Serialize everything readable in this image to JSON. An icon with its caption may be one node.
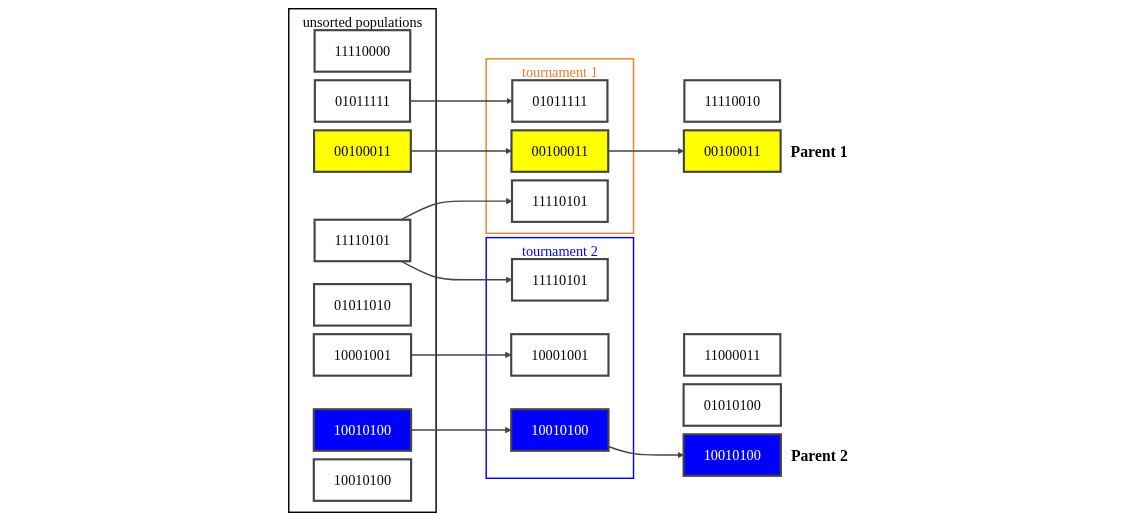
{
  "diagram": {
    "nodes": [
      {
        "text": [
          "unsorted populations"
        ]
      },
      {
        "text": [
          "11110000"
        ],
        "in": 0
      },
      {
        "text": [
          "01011111"
        ],
        "in": 0
      },
      {
        "text": [
          "00100011"
        ],
        "in": 0
      },
      {
        "text": [
          "10001001"
        ],
        "in": 0
      },
      {
        "text": [
          "01011010"
        ],
        "in": 0
      },
      {
        "text": [
          "10010100"
        ],
        "in": 0
      },
      {
        "text": [
          "11110101"
        ],
        "in": 0
      },
      {
        "text": [
          "10010100"
        ],
        "in": 0
      },
      {
        "text": [
          "tournament 1"
        ]
      },
      {
        "text": [
          "01011111"
        ],
        "in": 9
      },
      {
        "text": [
          "00100011"
        ],
        "in": 9
      },
      {
        "text": [
          "11110101"
        ],
        "in": 9
      },
      {
        "text": [
          "tournament 2"
        ]
      },
      {
        "text": [
          "11110101"
        ],
        "in": 13
      },
      {
        "text": [
          "10001001"
        ],
        "in": 13
      },
      {
        "text": [
          "10010100"
        ],
        "in": 13
      },
      {
        "text": [
          "11110010"
        ]
      },
      {
        "text": [
          "00100011"
        ],
        "beside": [
          "Parent 1"
        ]
      },
      {
        "text": [
          "10010100"
        ],
        "beside": [
          "Parent 2"
        ]
      },
      {
        "text": [
          "11000011"
        ]
      },
      {
        "text": [
          "01010100"
        ]
      }
    ],
    "edges": [
      {
        "from": 2,
        "to": 10,
        "arrow": "to"
      },
      {
        "from": 3,
        "to": 11,
        "arrow": "to"
      },
      {
        "from": 4,
        "to": 15,
        "arrow": "to"
      },
      {
        "from": 6,
        "to": 16,
        "arrow": "to"
      },
      {
        "from": 7,
        "to": 12,
        "arrow": "to"
      },
      {
        "from": 7,
        "to": 14,
        "arrow": "to"
      },
      {
        "from": 11,
        "to": 18,
        "arrow": "to"
      },
      {
        "from": 16,
        "to": 19,
        "arrow": "to"
      }
    ]
  }
}
